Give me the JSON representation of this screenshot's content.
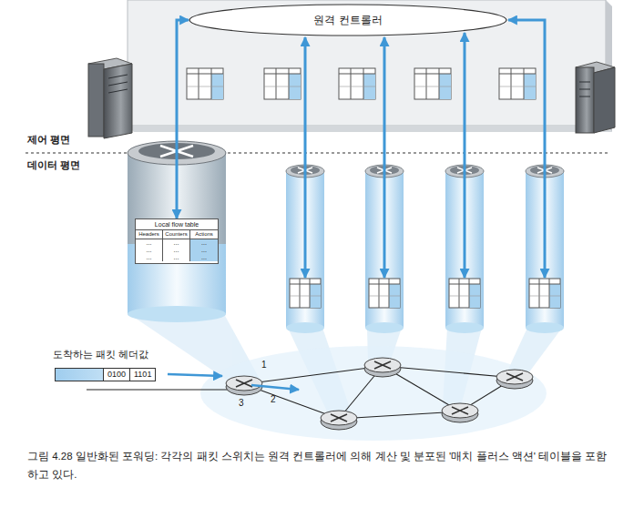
{
  "diagram": {
    "caption": "그림 4.28 일반화된 포워딩: 각각의 패킷 스위치는 원격 컨트롤러에 의해 계산 및 분포된 '매치 플러스 액션' 테이블을 포함하고 있다.",
    "nodes": [
      {
        "text": [
          "원격 컨트롤러"
        ]
      },
      {
        "text": [
          "Local flow table"
        ]
      },
      {
        "text": [
          "0100",
          "1101"
        ]
      }
    ],
    "edges": [
      {
        "from": 0,
        "to": 1,
        "arrow": "both"
      }
    ],
    "labels": [
      "제어 평면",
      "데이터 평면",
      "Headers",
      "Counters",
      "Actions",
      "...",
      "...",
      "...",
      "...",
      "...",
      "...",
      "...",
      "...",
      "...",
      "도착하는 패킷 헤더값",
      "1",
      "2",
      "3"
    ]
  }
}
